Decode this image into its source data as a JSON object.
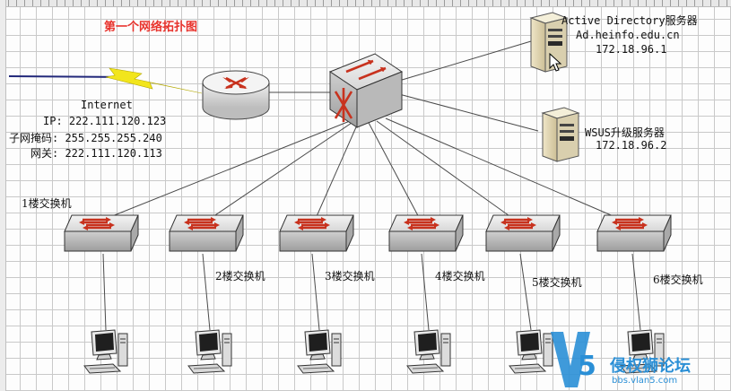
{
  "title": "第一个网络拓扑图",
  "internet": {
    "label": "Internet",
    "ip": "IP: 222.111.120.123",
    "mask": "子网掩码: 255.255.255.240",
    "gateway": "网关: 222.111.120.113"
  },
  "servers": [
    {
      "line1": "Active Directory服务器",
      "line2": "Ad.heinfo.edu.cn",
      "line3": "172.18.96.1"
    },
    {
      "line1": "WSUS升级服务器",
      "line2": "172.18.96.2"
    }
  ],
  "floor_switches": [
    {
      "label": "1楼交换机"
    },
    {
      "label": "2楼交换机"
    },
    {
      "label": "3楼交换机"
    },
    {
      "label": "4楼交换机"
    },
    {
      "label": "5楼交换机"
    },
    {
      "label": "6楼交换机"
    }
  ],
  "watermark": {
    "brand": "侵权狮论坛",
    "url": "bbs.vlan5.com",
    "logo_char": "V5"
  },
  "colors": {
    "title": "#e8322c",
    "arrow": "#c8321e",
    "device": "#d8d8d8",
    "watermark": "#2a8fd6",
    "lightning": "#f2e51c"
  }
}
